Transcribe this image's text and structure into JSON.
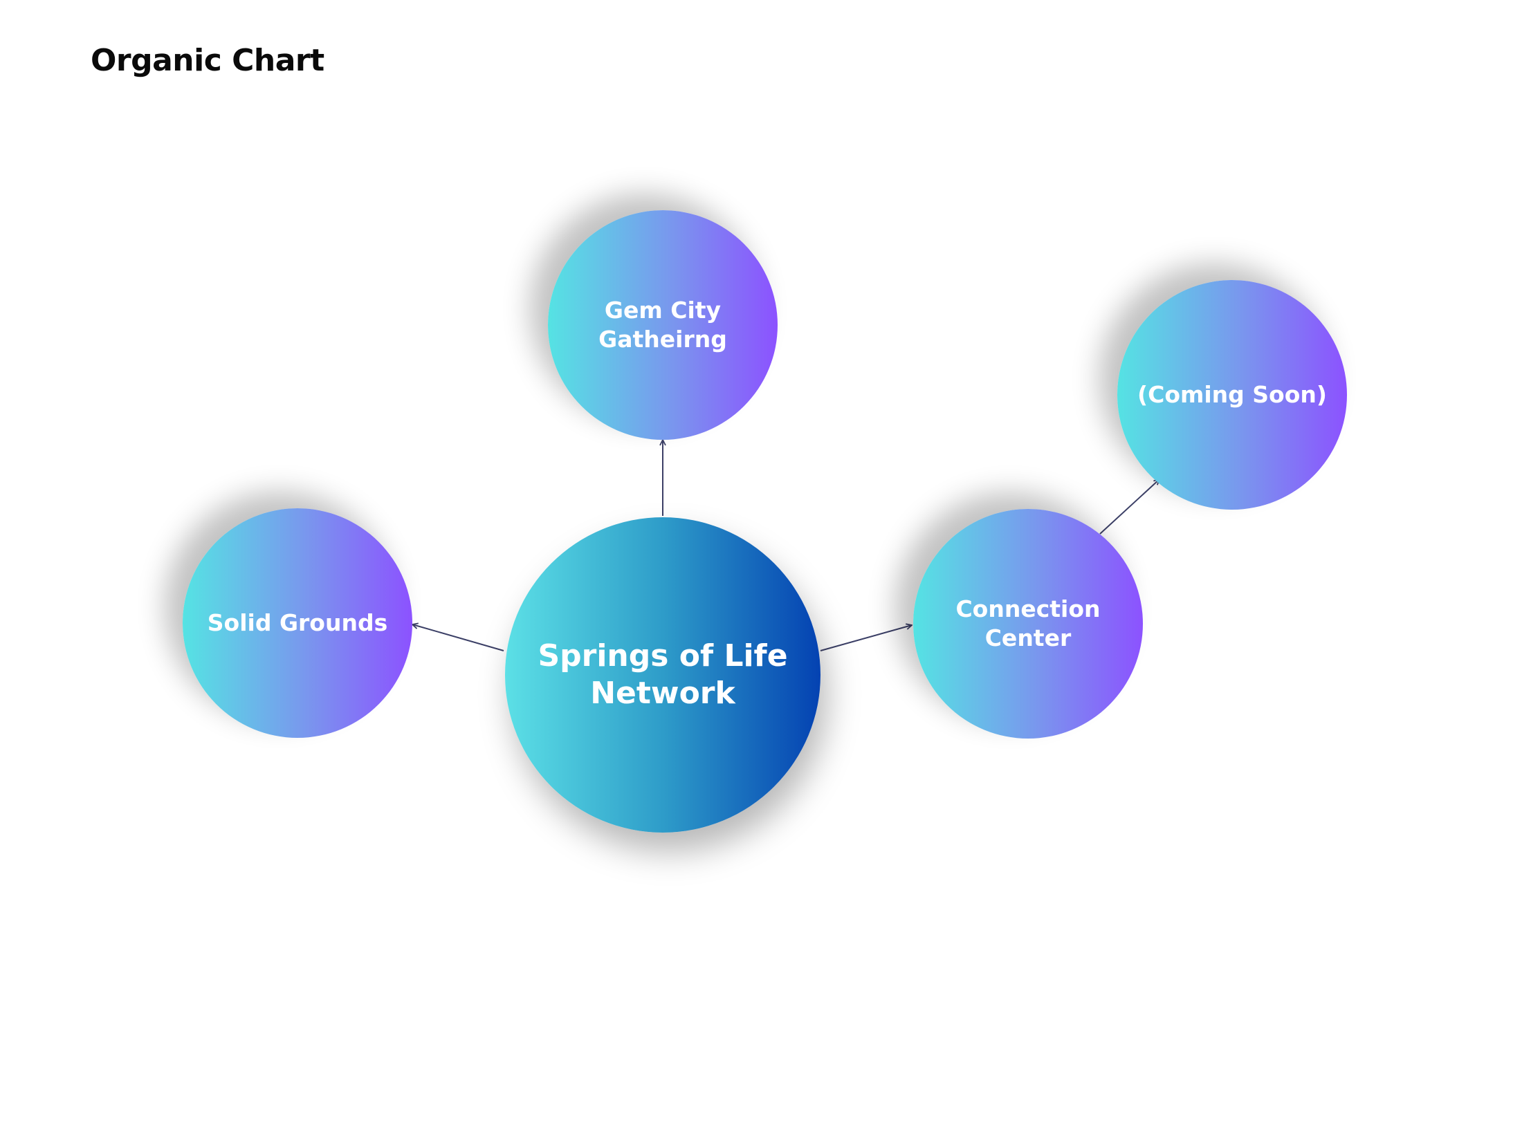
{
  "page": {
    "title": "Organic Chart"
  },
  "diagram": {
    "center": {
      "label": "Springs of Life\nNetwork"
    },
    "nodes": {
      "gem_city": {
        "label": "Gem City\nGatheirng"
      },
      "coming_soon": {
        "label": "(Coming Soon)"
      },
      "solid_grounds": {
        "label": "Solid Grounds"
      },
      "connection_center": {
        "label": "Connection\nCenter"
      }
    },
    "edges": [
      {
        "from": "Springs of Life Network",
        "to": "Gem City Gatheirng",
        "arrow": "to"
      },
      {
        "from": "Springs of Life Network",
        "to": "Solid Grounds",
        "arrow": "to"
      },
      {
        "from": "Springs of Life Network",
        "to": "Connection Center",
        "arrow": "to"
      },
      {
        "from": "Connection Center",
        "to": "(Coming Soon)",
        "arrow": "to"
      }
    ]
  },
  "colors": {
    "title_text": "#0a0a0a",
    "node_text": "#ffffff",
    "connector": "#3b3f66",
    "center_gradient": [
      "#5ce0e6",
      "#2e9cc9",
      "#0442b2"
    ],
    "node_gradient": [
      "#55e3e3",
      "#7a95ee",
      "#8c52ff"
    ]
  }
}
